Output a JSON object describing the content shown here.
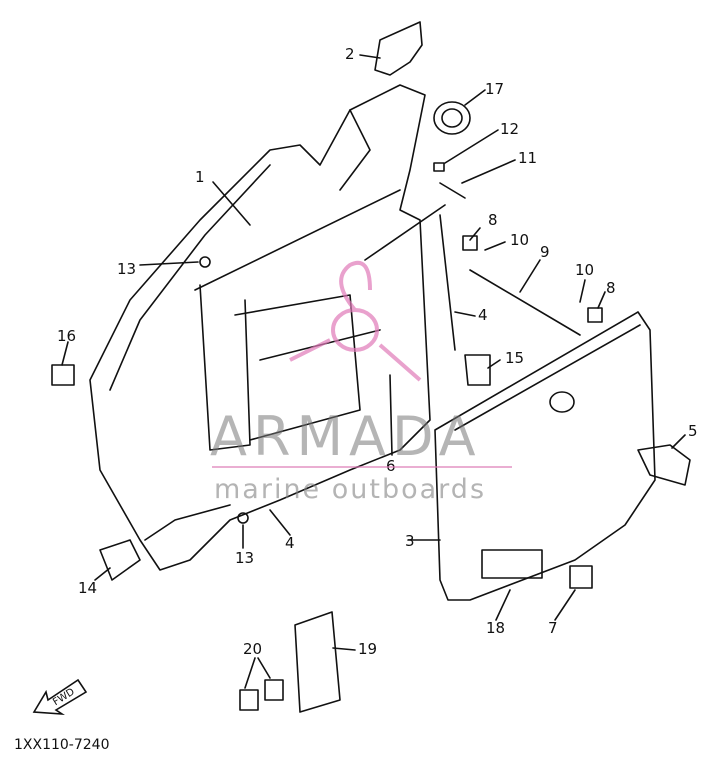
{
  "diagram": {
    "part_labels": [
      "1",
      "2",
      "3",
      "4",
      "4",
      "5",
      "6",
      "7",
      "8",
      "8",
      "9",
      "10",
      "10",
      "11",
      "12",
      "13",
      "13",
      "14",
      "15",
      "16",
      "17",
      "18",
      "19",
      "20"
    ],
    "watermark": {
      "brand": "ARMADA",
      "tagline": "marine outboards"
    },
    "drawing_code": "1XX110-7240",
    "fwd_label": "FWD",
    "colors": {
      "line": "#111111",
      "watermark_gray": "#8a8a8a",
      "watermark_pink": "#e07ab8"
    }
  }
}
